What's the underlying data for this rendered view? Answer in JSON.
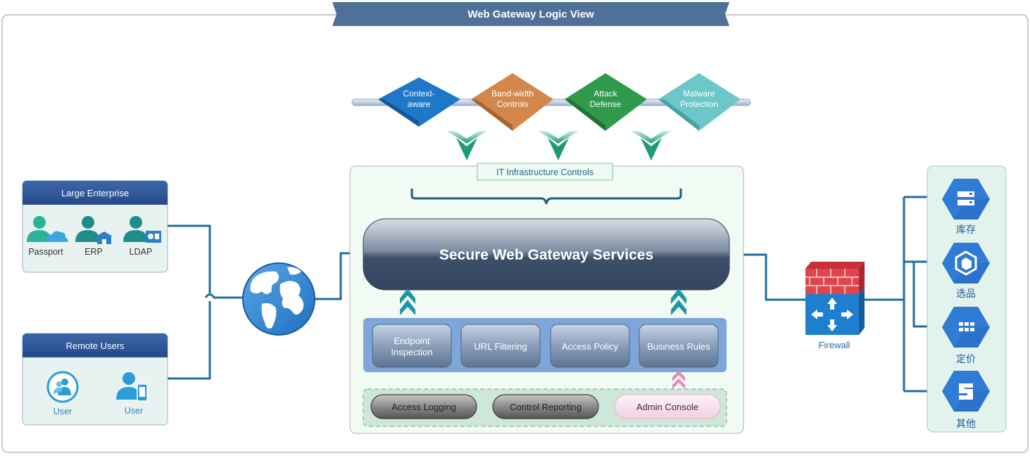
{
  "title": "Web Gateway Logic View",
  "pipeline": [
    {
      "line1": "Context-",
      "line2": "aware",
      "color": "#1f77c9"
    },
    {
      "line1": "Band-width",
      "line2": "Controls",
      "color": "#d4874a"
    },
    {
      "line1": "Attack",
      "line2": "Defense",
      "color": "#2f9a4a"
    },
    {
      "line1": "Malware",
      "line2": "Protection",
      "color": "#6cc8c8"
    }
  ],
  "it_controls_label": "IT Infrastructure Controls",
  "gateway": {
    "title": "Secure Web Gateway Services"
  },
  "services": [
    {
      "line1": "Endpoint",
      "line2": "Inspection"
    },
    {
      "line1": "URL Filtering",
      "line2": ""
    },
    {
      "line1": "Access Policy",
      "line2": ""
    },
    {
      "line1": "Business Rules",
      "line2": ""
    }
  ],
  "bottom_buttons": [
    {
      "label": "Access Logging"
    },
    {
      "label": "Control Reporting"
    },
    {
      "label": "Admin Console"
    }
  ],
  "large_enterprise": {
    "title": "Large Enterprise",
    "items": [
      {
        "label": "Passport"
      },
      {
        "label": "ERP"
      },
      {
        "label": "LDAP"
      }
    ]
  },
  "remote_users": {
    "title": "Remote Users",
    "items": [
      {
        "label": "User"
      },
      {
        "label": "User"
      }
    ]
  },
  "firewall": {
    "label": "Firewall"
  },
  "right_panel": [
    {
      "label": "库存",
      "icon": "storage-icon"
    },
    {
      "label": "选品",
      "icon": "cube-icon"
    },
    {
      "label": "定价",
      "icon": "grid-icon"
    },
    {
      "label": "其他",
      "icon": "other-icon"
    }
  ],
  "colors": {
    "accent": "#1e6fa0",
    "header": "#4e7099",
    "cloud_blue": "#2f7bd6"
  }
}
